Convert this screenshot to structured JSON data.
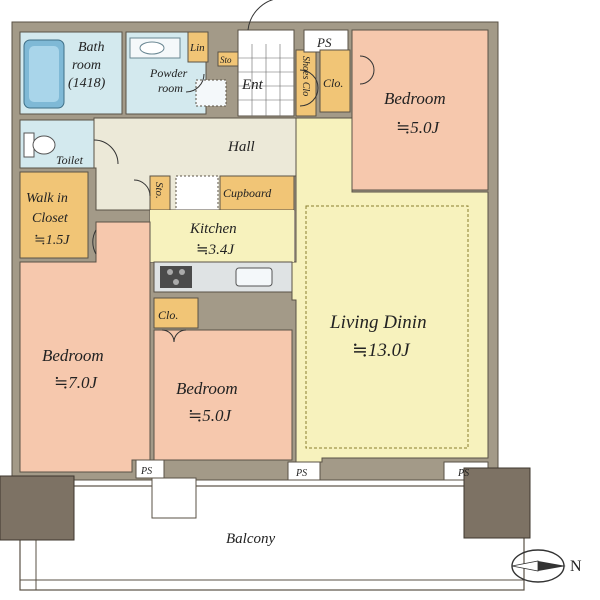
{
  "rooms": {
    "bath": {
      "line1": "Bath",
      "line2": "room",
      "line3": "(1418)"
    },
    "powder": {
      "line1": "Powder",
      "line2": "room"
    },
    "lin": "Lin",
    "sto_small": "Sto",
    "entrance": "Ent",
    "shoes_closet": "Shoes Clo",
    "ps_top": "PS",
    "clo_top": "Clo.",
    "bedroom_ne": {
      "name": "Bedroom",
      "size": "≒5.0J"
    },
    "toilet": "Toilet",
    "hall": "Hall",
    "walk_in_closet": {
      "line1": "Walk in",
      "line2": "Closet",
      "size": "≒1.5J"
    },
    "sto_kitchen": "Sto.",
    "cupboard": "Cupboard",
    "kitchen": {
      "name": "Kitchen",
      "size": "≒3.4J"
    },
    "living": {
      "name": "Living Dinin",
      "size": "≒13.0J"
    },
    "clo_mid": "Clo.",
    "bedroom_w": {
      "name": "Bedroom",
      "size": "≒7.0J"
    },
    "bedroom_s": {
      "name": "Bedroom",
      "size": "≒5.0J"
    },
    "ps_bottom": [
      "PS",
      "PS",
      "PS"
    ],
    "balcony": "Balcony"
  },
  "compass": {
    "letter": "N"
  },
  "colors": {
    "room_salmon": "#f6c8ad",
    "room_yellow": "#f7f2bd",
    "wet_blue": "#d3e9ee",
    "corridor_beige": "#ece9d8",
    "storage_tan": "#f1c576",
    "wall": "#a39a88",
    "wall_outline": "#5a5246",
    "balcony_block": "#7d7264"
  }
}
